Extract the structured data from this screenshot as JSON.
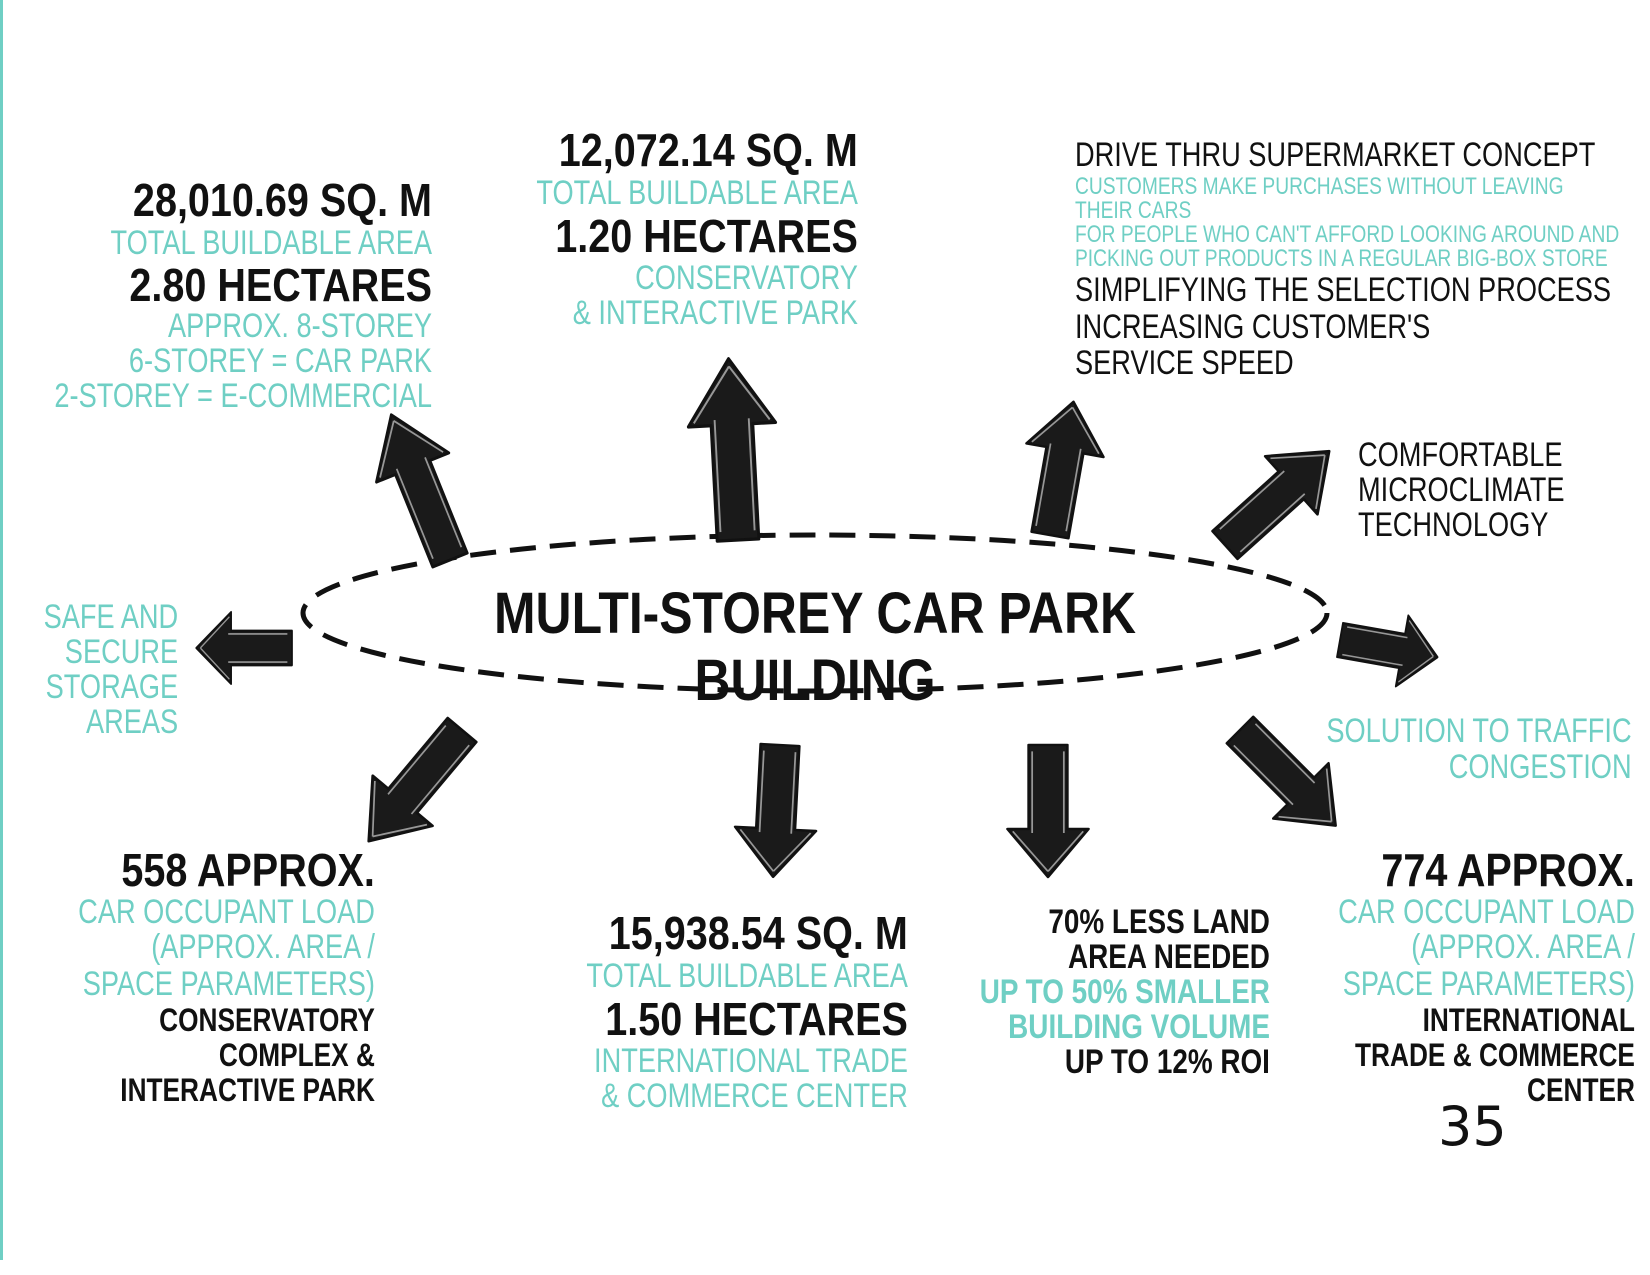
{
  "center": {
    "title": "MULTI-STOREY CAR PARK BUILDING"
  },
  "top_left": {
    "area": "28,010.69 SQ. M",
    "area_label": "TOTAL BUILDABLE AREA",
    "hectares": "2.80 HECTARES",
    "lines": [
      "APPROX. 8-STOREY",
      "6-STOREY = CAR PARK",
      "2-STOREY = E-COMMERCIAL"
    ]
  },
  "top_center": {
    "area": "12,072.14 SQ. M",
    "area_label": "TOTAL BUILDABLE AREA",
    "hectares": "1.20 HECTARES",
    "lines": [
      "CONSERVATORY",
      "& INTERACTIVE PARK"
    ]
  },
  "top_right": {
    "heading": "DRIVE THRU SUPERMARKET CONCEPT",
    "teal_lines": [
      "CUSTOMERS MAKE PURCHASES WITHOUT LEAVING",
      "THEIR CARS",
      "FOR PEOPLE WHO CAN'T AFFORD LOOKING AROUND AND",
      "PICKING OUT PRODUCTS IN A REGULAR BIG-BOX STORE"
    ],
    "black_lines": [
      "SIMPLIFYING THE SELECTION PROCESS",
      "INCREASING CUSTOMER'S",
      "SERVICE SPEED"
    ]
  },
  "right_upper": {
    "lines": [
      "COMFORTABLE",
      "MICROCLIMATE",
      "TECHNOLOGY"
    ]
  },
  "left_mid": {
    "lines": [
      "SAFE AND",
      "SECURE",
      "STORAGE",
      "AREAS"
    ]
  },
  "right_mid": {
    "lines": [
      "SOLUTION TO TRAFFIC",
      "CONGESTION"
    ]
  },
  "bottom_left": {
    "count": "558 APPROX.",
    "teal_lines": [
      "CAR OCCUPANT LOAD",
      "(APPROX. AREA /",
      "SPACE PARAMETERS)"
    ],
    "black_lines": [
      "CONSERVATORY",
      "COMPLEX &",
      "INTERACTIVE PARK"
    ]
  },
  "bottom_center": {
    "area": "15,938.54 SQ. M",
    "area_label": "TOTAL BUILDABLE AREA",
    "hectares": "1.50 HECTARES",
    "lines": [
      "INTERNATIONAL TRADE",
      "& COMMERCE CENTER"
    ]
  },
  "bottom_mid_right": {
    "black_top": [
      "70% LESS LAND",
      "AREA NEEDED"
    ],
    "teal_lines": [
      "UP TO 50% SMALLER",
      "BUILDING VOLUME"
    ],
    "black_bottom": "UP TO 12% ROI"
  },
  "bottom_right": {
    "count": "774 APPROX.",
    "teal_lines": [
      "CAR OCCUPANT LOAD",
      "(APPROX. AREA /",
      "SPACE PARAMETERS)"
    ],
    "black_lines": [
      "INTERNATIONAL",
      "TRADE & COMMERCE",
      "CENTER"
    ]
  },
  "page_number": "35",
  "colors": {
    "teal": "#6fcfc4",
    "ink": "#111111"
  }
}
